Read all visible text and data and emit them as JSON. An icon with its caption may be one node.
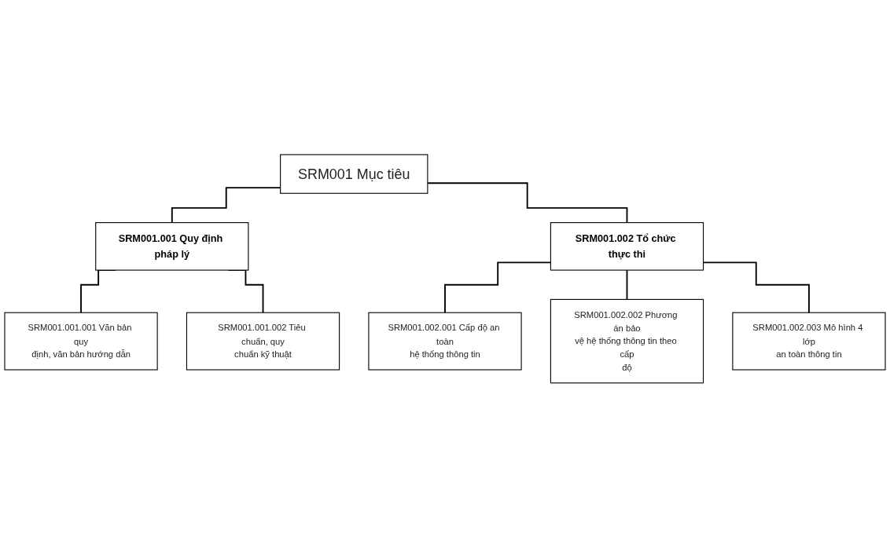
{
  "diagram": {
    "nodes": [
      {
        "text": [
          "SRM001 Mục tiêu"
        ]
      },
      {
        "text": [
          "SRM001.001 Quy định pháp lý"
        ]
      },
      {
        "text": [
          "SRM001.002 Tổ chức thực thi"
        ]
      },
      {
        "text": [
          "SRM001.001.001 Văn bản quy định, văn bản hướng dẫn"
        ]
      },
      {
        "text": [
          "SRM001.001.002 Tiêu chuẩn, quy chuẩn kỹ thuật"
        ]
      },
      {
        "text": [
          "SRM001.002.001 Cấp độ an toàn hệ thống thông tin"
        ]
      },
      {
        "text": [
          "SRM001.002.002 Phương án bảo vệ hệ thống thông tin theo cấp độ"
        ]
      },
      {
        "text": [
          "SRM001.002.003 Mô hình 4 lớp an toàn thông tin"
        ]
      }
    ],
    "edges": [
      {
        "from": 0,
        "to": 1,
        "arrow": "none"
      },
      {
        "from": 0,
        "to": 2,
        "arrow": "none"
      },
      {
        "from": 1,
        "to": 3,
        "arrow": "none"
      },
      {
        "from": 1,
        "to": 4,
        "arrow": "none"
      },
      {
        "from": 2,
        "to": 5,
        "arrow": "none"
      },
      {
        "from": 2,
        "to": 6,
        "arrow": "none"
      },
      {
        "from": 2,
        "to": 7,
        "arrow": "none"
      }
    ]
  }
}
